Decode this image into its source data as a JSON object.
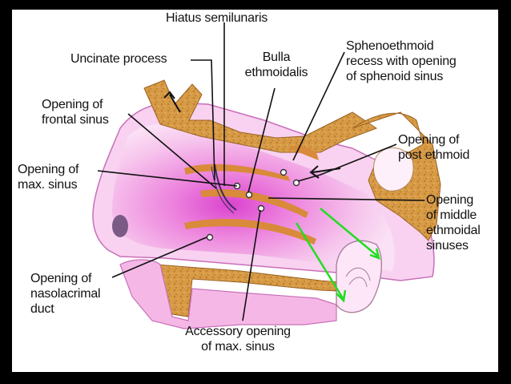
{
  "labels": {
    "hiatus_semilunaris": "Hiatus semilunaris",
    "uncinate_process": "Uncinate process",
    "bulla_ethmoidalis": "Bulla\nethmoidalis",
    "sphenoethmoid_recess": "Sphenoethmoid\nrecess with opening\nof sphenoid sinus",
    "opening_frontal_sinus": "Opening of\nfrontal sinus",
    "opening_post_ethmoid": "Opening of\npost ethmoid",
    "opening_max_sinus": "Opening of\nmax. sinus",
    "opening_middle_ethmoidal": "Opening\nof middle\nethmoidal\nsinuses",
    "opening_nasolacrimal_duct": "Opening of\nnasolacrimal\nduct",
    "accessory_opening_max_sinus": "Accessory opening\nof max. sinus"
  },
  "colors": {
    "bone": "#d79a45",
    "mucosa_light": "#f7c8ee",
    "mucosa_mid": "#ef8fdc",
    "mucosa_hot": "#e04ad0",
    "arrow_green": "#22dd22",
    "frame": "#000000"
  }
}
